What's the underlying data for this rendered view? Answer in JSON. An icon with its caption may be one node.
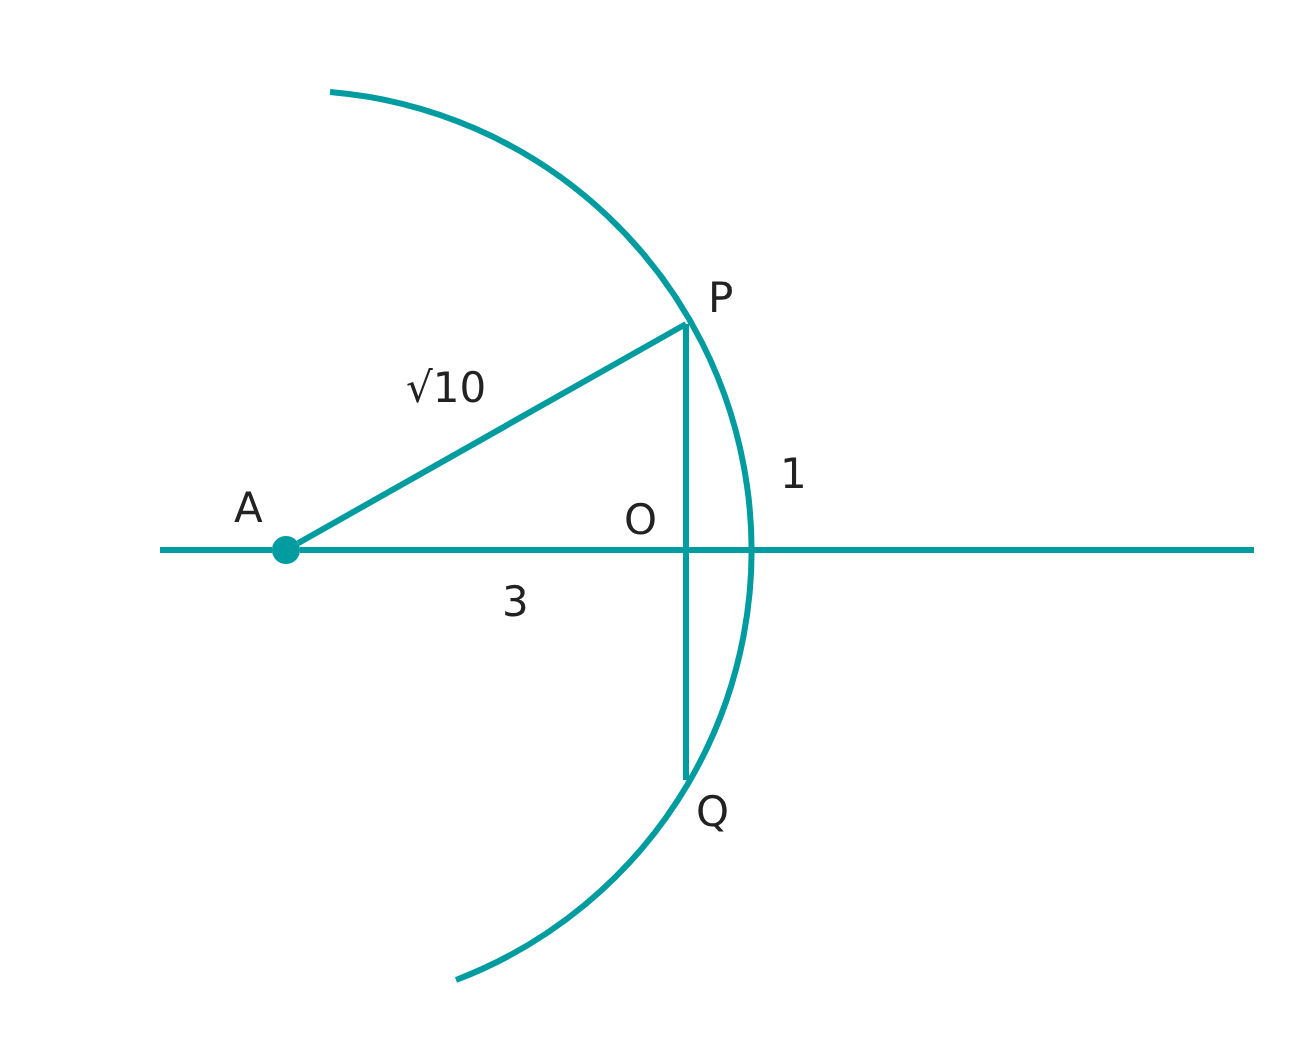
{
  "diagram": {
    "nodes": [
      {
        "text": [
          "A"
        ]
      },
      {
        "text": [
          "P"
        ]
      },
      {
        "text": [
          "O"
        ]
      },
      {
        "text": [
          "Q"
        ]
      }
    ],
    "edges": [
      {
        "from": null,
        "to": 0,
        "arrow": "none"
      },
      {
        "from": 0,
        "to": 1,
        "arrow": "none",
        "label": "√10"
      },
      {
        "from": 0,
        "to": 2,
        "arrow": "none",
        "label": "3"
      },
      {
        "from": 2,
        "to": null,
        "arrow": "none"
      },
      {
        "from": 1,
        "to": 2,
        "arrow": "none",
        "label": "1"
      },
      {
        "from": 2,
        "to": 3,
        "arrow": "none"
      }
    ]
  }
}
